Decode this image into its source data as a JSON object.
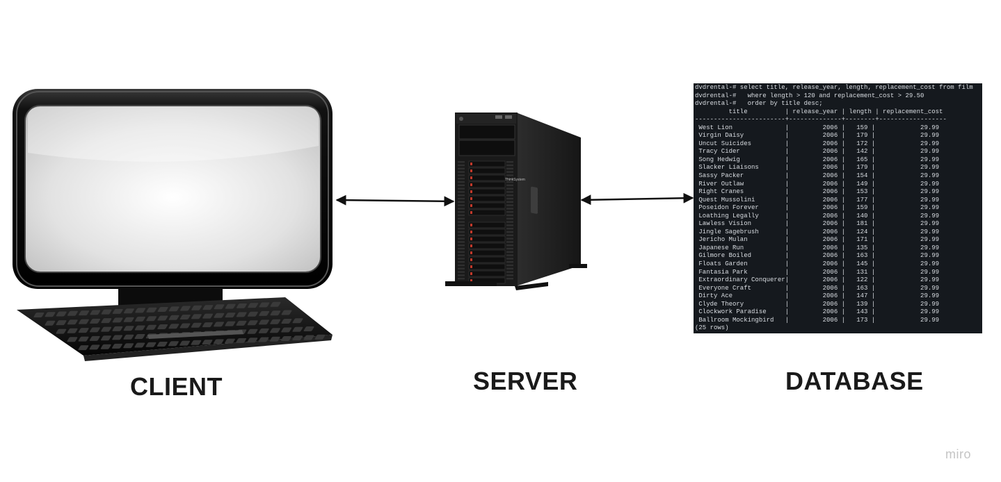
{
  "labels": {
    "client": "CLIENT",
    "server": "SERVER",
    "database": "DATABASE"
  },
  "watermark": "miro",
  "server_brand": "ThinkSystem",
  "terminal": {
    "prompt_lines": [
      "dvdrental-# select title, release_year, length, replacement_cost from film",
      "dvdrental-#   where length > 120 and replacement_cost > 29.50",
      "dvdrental-#   order by title desc;"
    ],
    "columns": [
      "title",
      "release_year",
      "length",
      "replacement_cost"
    ],
    "rows": [
      [
        "West Lion",
        "2006",
        "159",
        "29.99"
      ],
      [
        "Virgin Daisy",
        "2006",
        "179",
        "29.99"
      ],
      [
        "Uncut Suicides",
        "2006",
        "172",
        "29.99"
      ],
      [
        "Tracy Cider",
        "2006",
        "142",
        "29.99"
      ],
      [
        "Song Hedwig",
        "2006",
        "165",
        "29.99"
      ],
      [
        "Slacker Liaisons",
        "2006",
        "179",
        "29.99"
      ],
      [
        "Sassy Packer",
        "2006",
        "154",
        "29.99"
      ],
      [
        "River Outlaw",
        "2006",
        "149",
        "29.99"
      ],
      [
        "Right Cranes",
        "2006",
        "153",
        "29.99"
      ],
      [
        "Quest Mussolini",
        "2006",
        "177",
        "29.99"
      ],
      [
        "Poseidon Forever",
        "2006",
        "159",
        "29.99"
      ],
      [
        "Loathing Legally",
        "2006",
        "140",
        "29.99"
      ],
      [
        "Lawless Vision",
        "2006",
        "181",
        "29.99"
      ],
      [
        "Jingle Sagebrush",
        "2006",
        "124",
        "29.99"
      ],
      [
        "Jericho Mulan",
        "2006",
        "171",
        "29.99"
      ],
      [
        "Japanese Run",
        "2006",
        "135",
        "29.99"
      ],
      [
        "Gilmore Boiled",
        "2006",
        "163",
        "29.99"
      ],
      [
        "Floats Garden",
        "2006",
        "145",
        "29.99"
      ],
      [
        "Fantasia Park",
        "2006",
        "131",
        "29.99"
      ],
      [
        "Extraordinary Conquerer",
        "2006",
        "122",
        "29.99"
      ],
      [
        "Everyone Craft",
        "2006",
        "163",
        "29.99"
      ],
      [
        "Dirty Ace",
        "2006",
        "147",
        "29.99"
      ],
      [
        "Clyde Theory",
        "2006",
        "139",
        "29.99"
      ],
      [
        "Clockwork Paradise",
        "2006",
        "143",
        "29.99"
      ],
      [
        "Ballroom Mockingbird",
        "2006",
        "173",
        "29.99"
      ]
    ],
    "footer": "(25 rows)"
  },
  "colors": {
    "arrow": "#111111",
    "terminal_bg": "#15191e",
    "terminal_fg": "#d9dde2",
    "label": "#1a1a1a"
  }
}
